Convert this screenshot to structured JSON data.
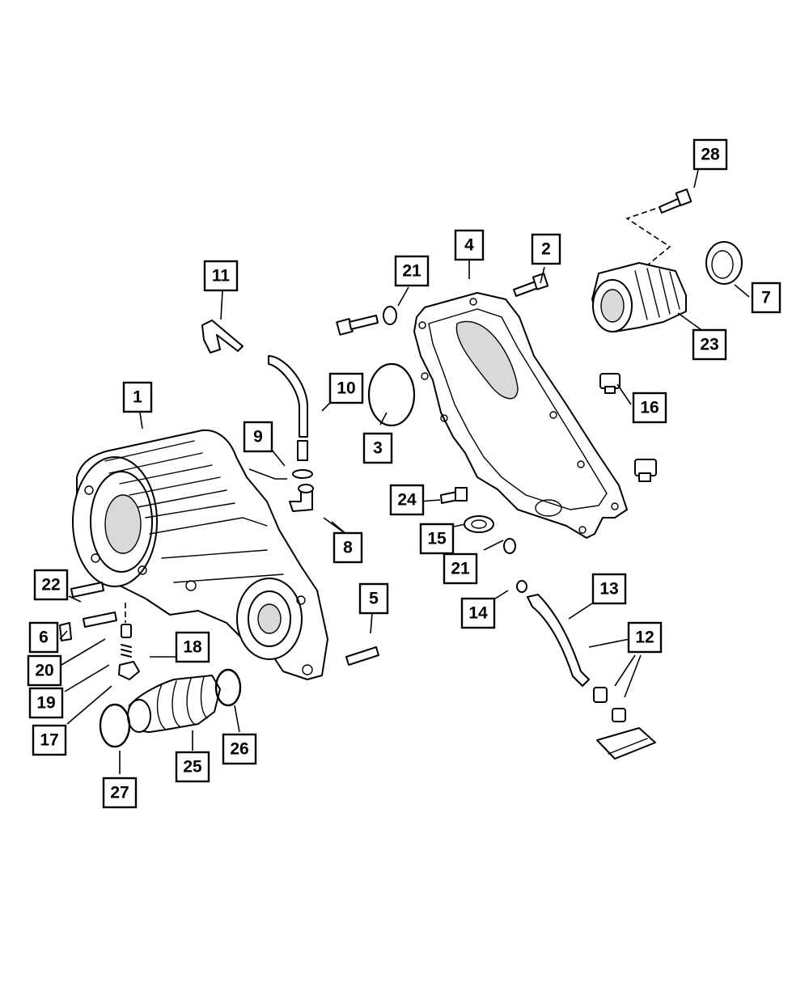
{
  "callouts": {
    "n1": "1",
    "n2": "2",
    "n3": "3",
    "n4": "4",
    "n5": "5",
    "n6": "6",
    "n7": "7",
    "n8": "8",
    "n9": "9",
    "n10": "10",
    "n11": "11",
    "n12": "12",
    "n13": "13",
    "n14": "14",
    "n15": "15",
    "n16": "16",
    "n17": "17",
    "n18": "18",
    "n19": "19",
    "n20": "20",
    "n21a": "21",
    "n21b": "21",
    "n22": "22",
    "n23": "23",
    "n24": "24",
    "n25": "25",
    "n26": "26",
    "n27": "27",
    "n28": "28"
  },
  "colors": {
    "line": "#000000",
    "background": "#ffffff",
    "shade": "#d9d9d9"
  }
}
